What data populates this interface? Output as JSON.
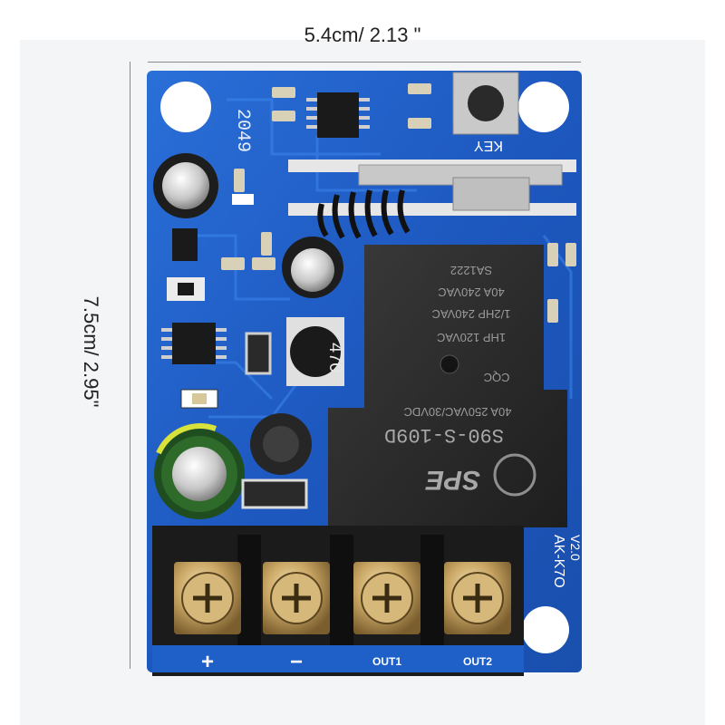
{
  "dimensions": {
    "width_label": "5.4cm/ 2.13 \"",
    "height_label": "7.5cm/ 2.95\""
  },
  "board": {
    "silk_top": "2049",
    "key_label": "KEY",
    "inductor_code": "470",
    "terminal_labels": [
      "+",
      "−",
      "OUT1",
      "OUT2"
    ],
    "model_text": "AK-K7O",
    "version_text": "V2.0"
  },
  "relay": {
    "brand": "SPE",
    "model": "S90-S-109D",
    "rating_dc": "40A 250VAC/30VDC",
    "spec_1": "SA1222",
    "spec_2": "40A 240VAC",
    "spec_3": "1/2HP 240VAC",
    "spec_4": "1HP 120VAC",
    "cert": "CQC"
  },
  "colors": {
    "pcb_blue": "#1f5fc8",
    "relay_black": "#2a2a2a",
    "terminal_black": "#1b1b1b"
  }
}
